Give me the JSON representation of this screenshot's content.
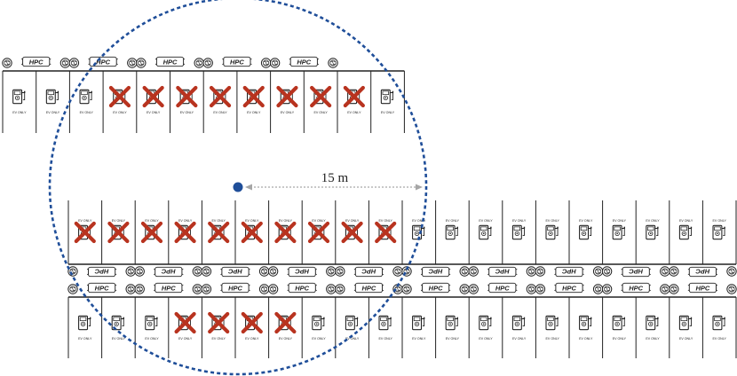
{
  "radius_label": "15 m",
  "hpc_label": "HPC",
  "ev_label": "EV ONLY",
  "colors": {
    "circle": "#1f4e99",
    "center_dot": "#1f4e99",
    "radius_line": "#a6a6a6",
    "blocked_x": "#b8331f",
    "lines": "#222222"
  },
  "rows": [
    {
      "id": "row-top",
      "orientation": "up",
      "hpc_signs": 5,
      "stalls": 12,
      "blocked_stalls": [
        4,
        5,
        6,
        7,
        8,
        9,
        10,
        11
      ]
    },
    {
      "id": "row-middle",
      "orientation": "down",
      "hpc_signs": 10,
      "stalls": 20,
      "blocked_stalls": [
        1,
        2,
        3,
        4,
        5,
        6,
        7,
        8,
        9,
        10
      ]
    },
    {
      "id": "row-bottom",
      "orientation": "up",
      "hpc_signs": 10,
      "stalls": 20,
      "blocked_stalls": [
        4,
        5,
        6,
        7
      ]
    }
  ]
}
